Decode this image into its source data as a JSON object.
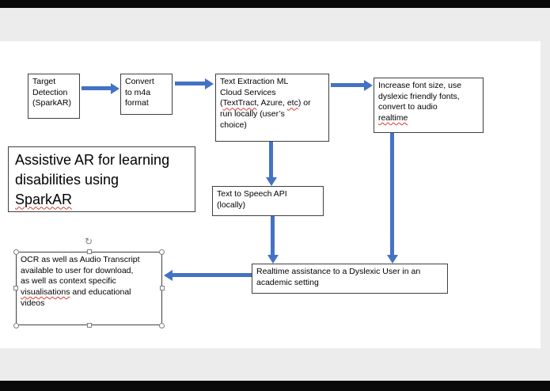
{
  "palette": {
    "arrow_blue": "#4472C4",
    "spellcheck_red": "#D83B2F",
    "box_border": "#404040"
  },
  "title_block": {
    "text": "Assistive AR for learning\ndisabilities using\n",
    "flagged_word": "SparkAR"
  },
  "flow": {
    "target": {
      "label": "Target\nDetection\n(SparkAR)"
    },
    "convert": {
      "label": "Convert\nto m4a\nformat"
    },
    "extraction": {
      "p1": "Text Extraction ML\nCloud Services\n(",
      "p2": "TextTract",
      "p3": ", Azure, ",
      "p4": "etc",
      "p5": ") or\nrun locally (user’s\nchoice)"
    },
    "increase": {
      "p1": "Increase font size, use\ndyslexic friendly fonts,\nconvert to audio\n",
      "p2": "realtime"
    },
    "tts": {
      "label": "Text to Speech API\n(locally)"
    },
    "realtime_assist": {
      "label": "Realtime assistance to a Dyslexic User in an\nacademic setting"
    },
    "ocr": {
      "p1": "OCR as well as Audio Transcript\navailable to user for download,\nas well as context specific\n",
      "p2": "visualisations",
      "p3": " and educational\nvideos"
    }
  },
  "icons": {
    "rotate_handle": "↻"
  }
}
